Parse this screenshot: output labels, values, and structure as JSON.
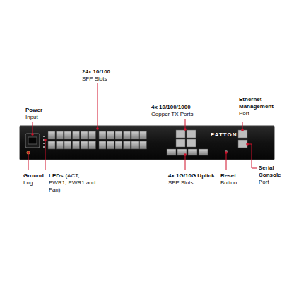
{
  "diagram": {
    "labels": [
      "Power",
      "Input",
      "24x 10/100",
      "SFP Slots",
      "4x 10/100/1000",
      "Copper TX Ports",
      "Ethernet Management",
      "Port",
      "Serial Console",
      "Port",
      "Ground",
      "Lug",
      "LEDs",
      "(ACT, PWR1, PWR1 and Fan)",
      "4x 1G/10G Uplink",
      "SFP Slots",
      "Reset",
      "Button",
      "PATTON"
    ]
  }
}
